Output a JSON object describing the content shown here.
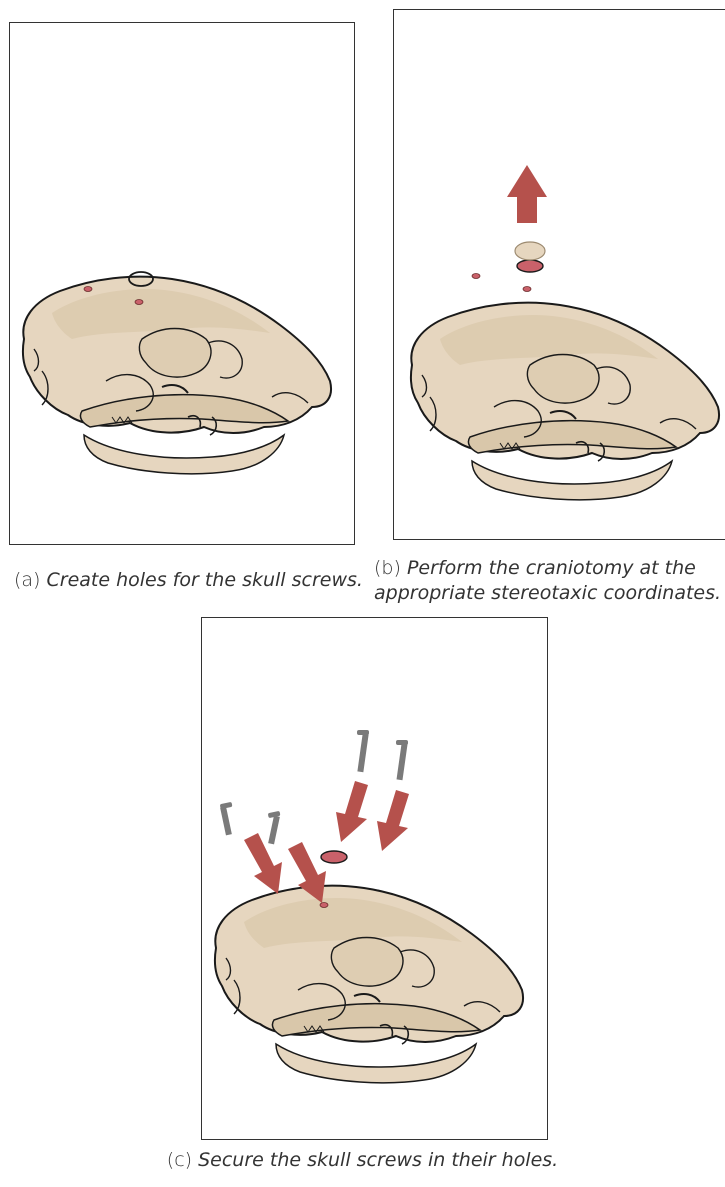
{
  "figure": {
    "panels": [
      {
        "id": "a",
        "label": "(a)",
        "caption": "Create holes for the skull screws."
      },
      {
        "id": "b",
        "label": "(b)",
        "caption": "Perform the craniotomy at the appropriate stereotaxic coordinates."
      },
      {
        "id": "c",
        "label": "(c)",
        "caption": "Secure the skull screws in their holes."
      }
    ]
  },
  "colors": {
    "bone": "#e6d6bf",
    "bone_shadow": "#cdb898",
    "outline": "#1a1a1a",
    "arrow": "#b5514c",
    "hole": "#c9616a",
    "screw": "#7a7a7a"
  }
}
